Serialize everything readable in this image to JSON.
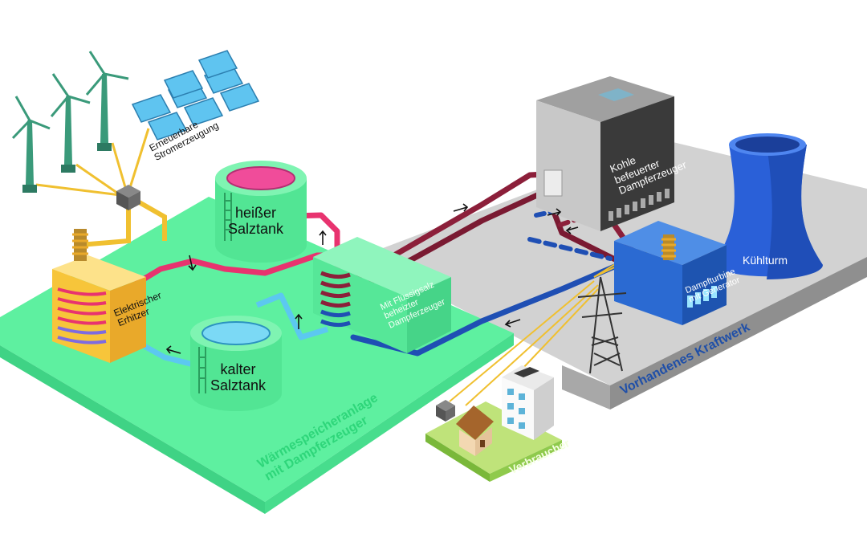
{
  "labels": {
    "renewables": [
      "Erneuerbare",
      "Stromerzeugung"
    ],
    "hot_tank": [
      "heißer",
      "Salztank"
    ],
    "cold_tank": [
      "kalter",
      "Salztank"
    ],
    "heater": [
      "Elektrischer",
      "Erhitzer"
    ],
    "salt_steam_gen": [
      "Mit Flüssigsalz",
      "beheizter",
      "Dampferzeuger"
    ],
    "coal_steam_gen": [
      "Kohle",
      "befeuerter",
      "Dampferzeuger"
    ],
    "turbine": [
      "Dampfturbine",
      "mit Generator"
    ],
    "cooling_tower": "Kühlturm",
    "consumer": "Verbraucher",
    "storage_zone": [
      "Wärmespeicheranlage",
      "mit Dampferzeuger"
    ],
    "power_plant_zone": "Vorhandenes Kraftwerk"
  },
  "colors": {
    "storage_platform": "#5ef0a0",
    "plant_platform": "#d2d2d2",
    "hot_salt": "#e8336f",
    "cold_salt": "#5cc8f0",
    "steam_line": "#8c1f3a",
    "water_line": "#1f4fb4",
    "power_line": "#f0c030",
    "cooling_tower": "#2a60d8",
    "zone_label_storage": "#2ed67a",
    "zone_label_plant": "#1f4fa8"
  }
}
